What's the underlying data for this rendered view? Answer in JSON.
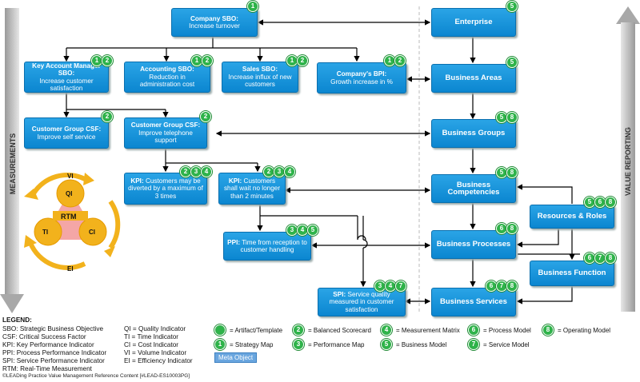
{
  "side_labels": {
    "left": "MEASUREMENTS",
    "right": "VALUE REPORTING"
  },
  "boxes": {
    "company_sbo": {
      "title": "Company SBO:",
      "text": "Increase turnover",
      "badges": [
        "1"
      ]
    },
    "enterprise": {
      "title": "Enterprise",
      "badges": [
        "5"
      ]
    },
    "key_account": {
      "title": "Key Account Manager SBO:",
      "text": "Increase customer satisfaction",
      "badges": [
        "1",
        "2"
      ]
    },
    "accounting_sbo": {
      "title": "Accounting SBO:",
      "text": "Reduction in administration cost",
      "badges": [
        "1",
        "2"
      ]
    },
    "sales_sbo": {
      "title": "Sales SBO:",
      "text": "Increase influx of new customers",
      "badges": [
        "1",
        "2"
      ]
    },
    "company_bpi": {
      "title": "Company's BPI:",
      "text": "Growth increase in %",
      "badges": [
        "1",
        "2"
      ]
    },
    "business_areas": {
      "title": "Business Areas",
      "badges": [
        "5"
      ]
    },
    "cg_self": {
      "title": "Customer Group CSF:",
      "text": "Improve self service",
      "badges": [
        "2"
      ]
    },
    "cg_phone": {
      "title": "Customer Group CSF:",
      "text": "Improve telephone support",
      "badges": [
        "2"
      ]
    },
    "business_groups": {
      "title": "Business Groups",
      "badges": [
        "5",
        "8"
      ]
    },
    "kpi_divert": {
      "title": "KPI:",
      "text": "Customers may be diverted by a maximum of 3 times",
      "badges": [
        "2",
        "3",
        "4"
      ]
    },
    "kpi_wait": {
      "title": "KPI:",
      "text": "Customers shall wait no longer than 2 minutes",
      "badges": [
        "2",
        "3",
        "4"
      ]
    },
    "business_competencies": {
      "title": "Business Competencies",
      "badges": [
        "5",
        "8"
      ]
    },
    "resources_roles": {
      "title": "Resources & Roles",
      "badges": [
        "5",
        "6",
        "8"
      ]
    },
    "ppi": {
      "title": "PPI:",
      "text": "Time from reception to customer handling",
      "badges": [
        "3",
        "4",
        "5"
      ]
    },
    "business_processes": {
      "title": "Business Processes",
      "badges": [
        "6",
        "8"
      ]
    },
    "business_function": {
      "title": "Business Function",
      "badges": [
        "6",
        "7",
        "8"
      ]
    },
    "spi": {
      "title": "SPI:",
      "text": "Service quality measured in customer satisfaction",
      "badges": [
        "3",
        "4",
        "7"
      ]
    },
    "business_services": {
      "title": "Business Services",
      "badges": [
        "6",
        "7",
        "8"
      ]
    }
  },
  "rtm": {
    "center": "RTM",
    "qi": "QI",
    "ti": "TI",
    "ci": "CI",
    "vi": "VI",
    "ei": "EI"
  },
  "legend": {
    "heading": "LEGEND:",
    "col1": [
      "SBO: Strategic Business Objective",
      "CSF: Critical Success Factor",
      "KPI: Key Performance Indicator",
      "PPI: Process Performance Indicator",
      "SPI: Service Performance Indicator",
      "RTM: Real-Time Measurement"
    ],
    "col2": [
      "QI = Quality Indicator",
      "TI = Time Indicator",
      "CI = Cost Indicator",
      "VI = Volume Indicator",
      "EI = Efficiency Indicator"
    ],
    "keys": [
      {
        "num": "",
        "label": "= Artifact/Template"
      },
      {
        "num": "2",
        "label": "= Balanced Scorecard"
      },
      {
        "num": "4",
        "label": "= Measurement Matrix"
      },
      {
        "num": "6",
        "label": "= Process Model"
      },
      {
        "num": "8",
        "label": "= Operating Model"
      },
      {
        "num": "1",
        "label": "= Strategy Map"
      },
      {
        "num": "3",
        "label": "= Performance Map"
      },
      {
        "num": "5",
        "label": "= Business Model"
      },
      {
        "num": "7",
        "label": "= Service Model"
      }
    ],
    "meta_object": "Meta Object"
  },
  "footer": "©LEADing Practice Value Management Reference Content [#LEAD-ES10003PG]",
  "colors": {
    "box": "#1a96dc",
    "badge": "#2fb34a",
    "rtm_arrow": "#f2b21c",
    "rtm_circle": "#f2b21c"
  }
}
